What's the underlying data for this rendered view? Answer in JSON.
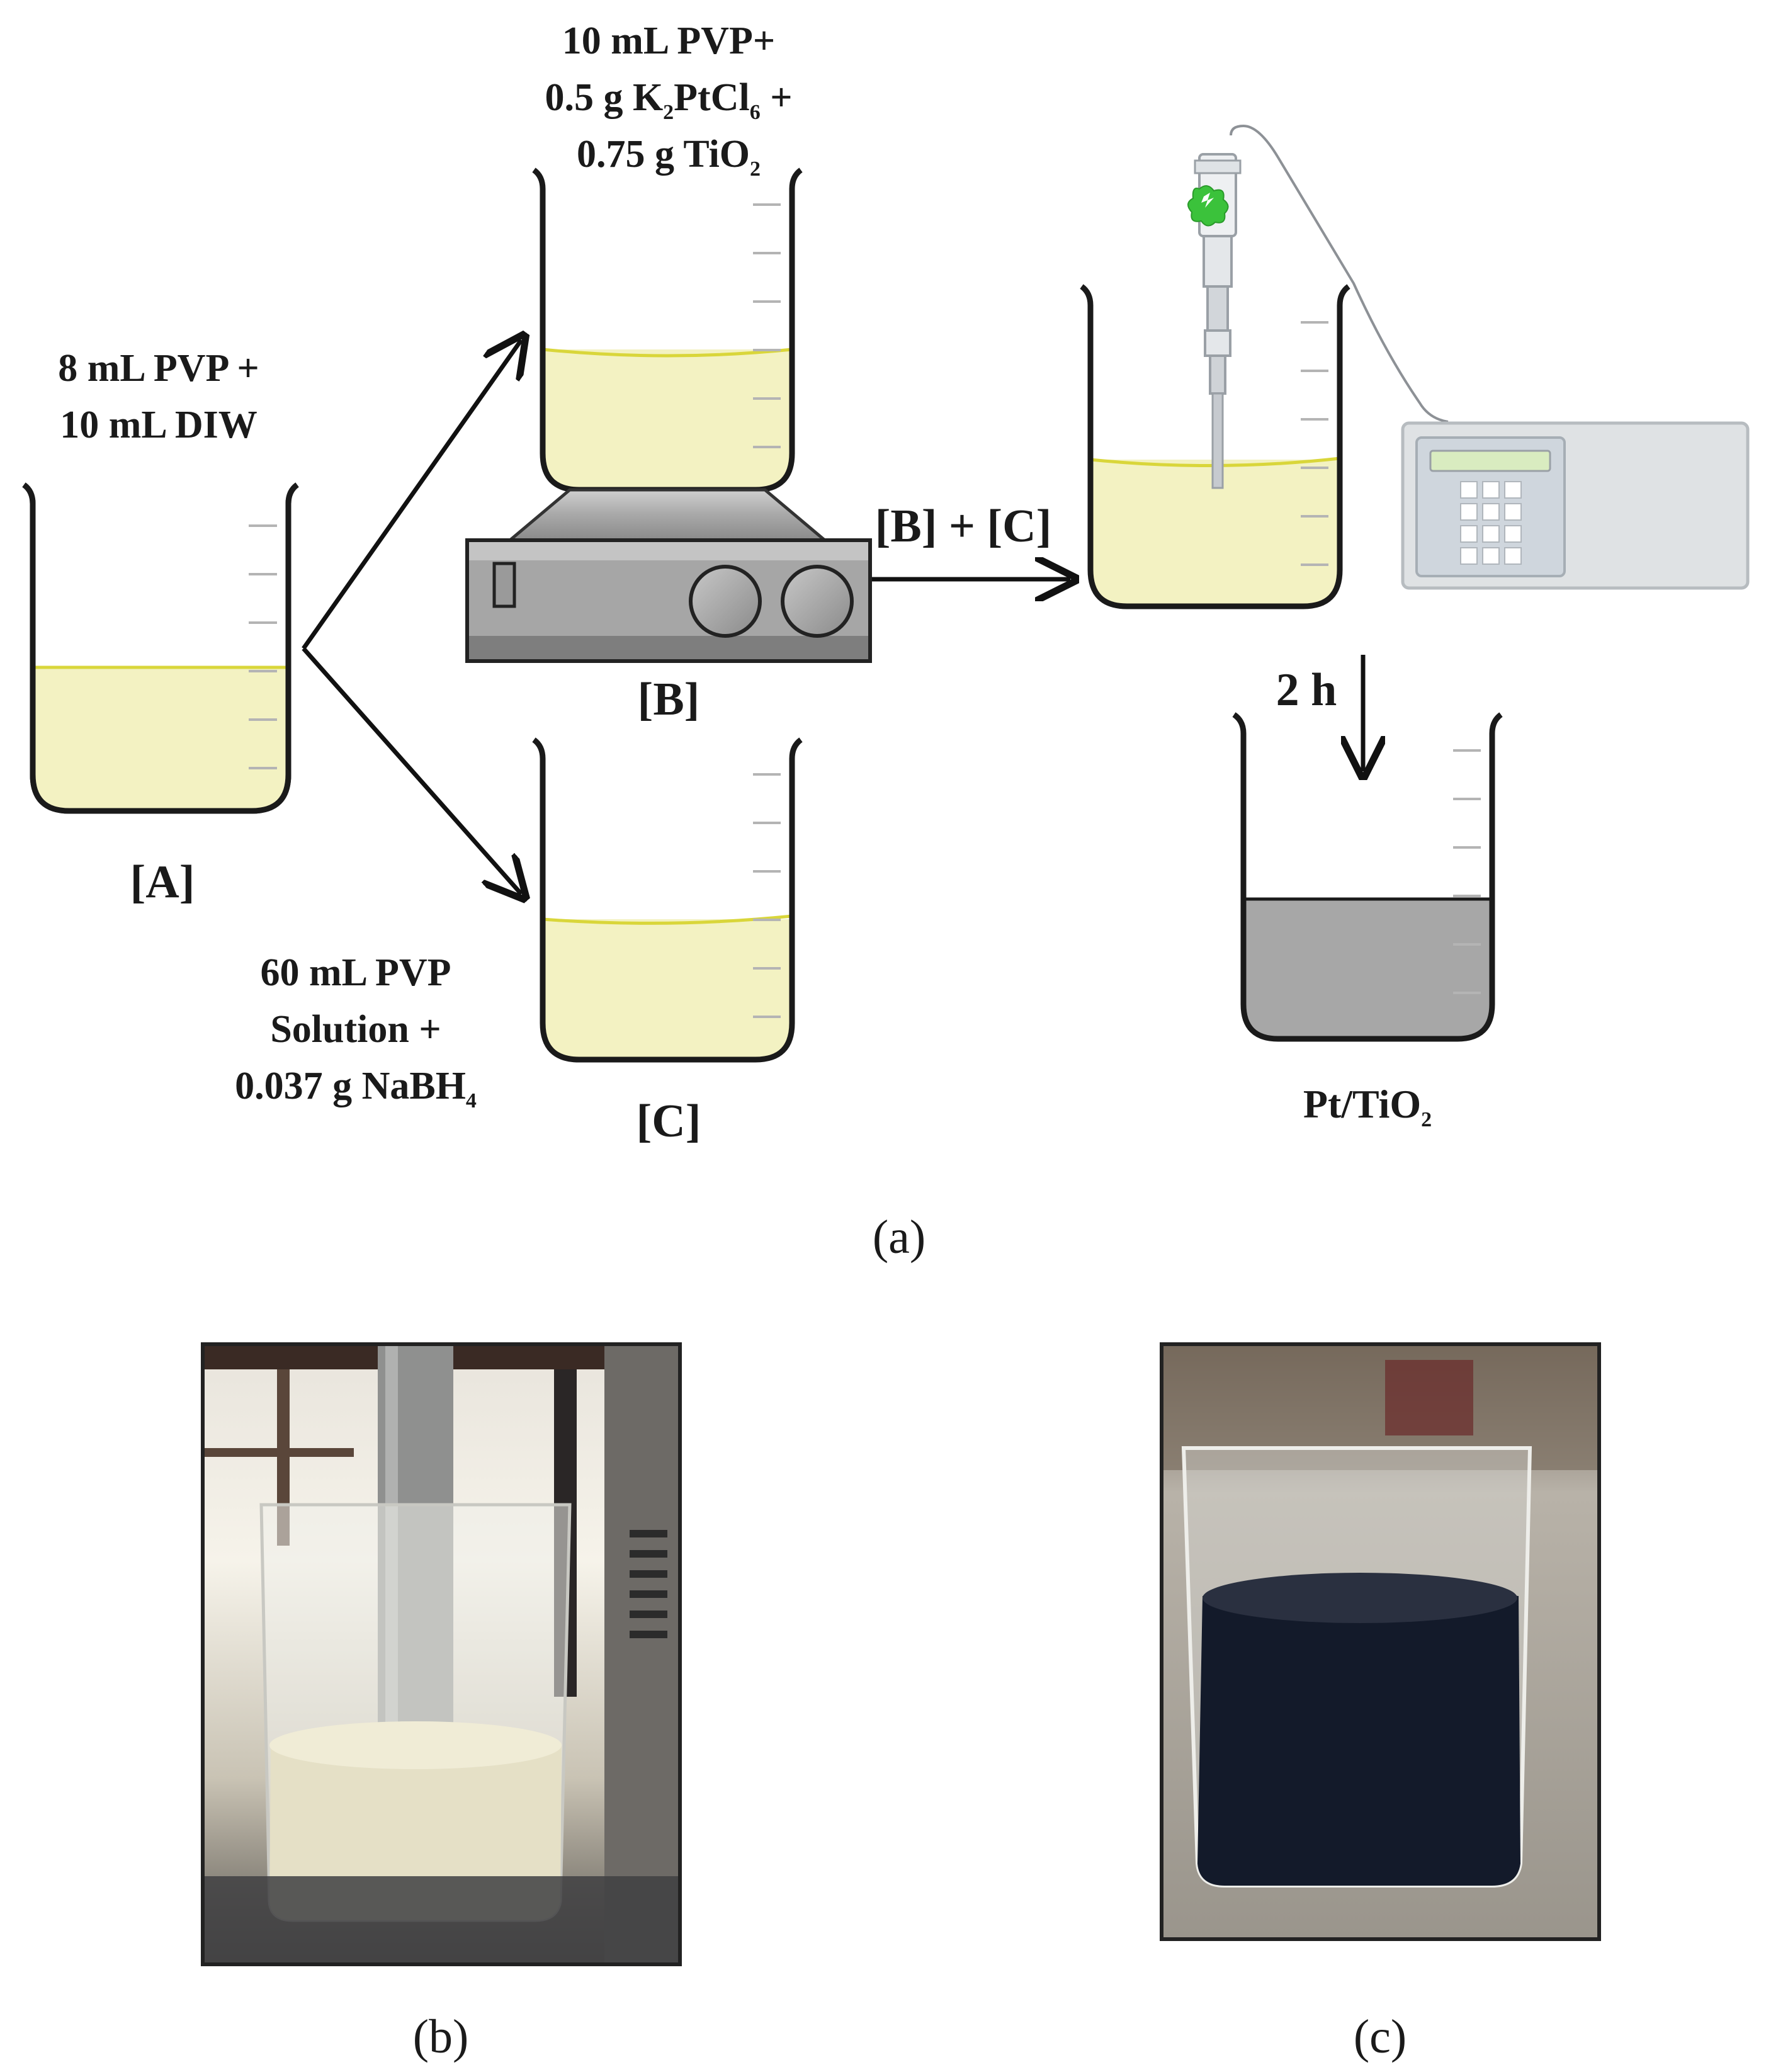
{
  "panel_a": {
    "beaker_a": {
      "label": "[A]",
      "text_line1": "8 mL PVP +",
      "text_line2": "10 mL DIW"
    },
    "beaker_b": {
      "label": "[B]",
      "text_line1": "10 mL PVP+",
      "text_line2_pre": "0.5 g K",
      "text_line2_sub1": "2",
      "text_line2_mid": "PtCl",
      "text_line2_sub2": "6",
      "text_line2_post": " +",
      "text_line3_pre": "0.75 g TiO",
      "text_line3_sub": "2"
    },
    "beaker_c": {
      "label": "[C]",
      "text_line1": "60 mL PVP",
      "text_line2": "Solution +",
      "text_line3_pre": "0.037 g NaBH",
      "text_line3_sub": "4"
    },
    "mix_label": "[B] + [C]",
    "time_label": "2 h",
    "product": {
      "label_pre": "Pt/TiO",
      "label_sub": "2"
    },
    "caption": "(a)"
  },
  "panel_b": {
    "caption": "(b)"
  },
  "panel_c": {
    "caption": "(c)"
  },
  "colors": {
    "solution_yellow": "#f3f2c2",
    "solution_line": "#d9d63a",
    "product_gray": "#a7a7a7",
    "device_gray": "#dfe2e4",
    "keypad": "#cfd6dd",
    "probe_green": "#3bc23b"
  }
}
